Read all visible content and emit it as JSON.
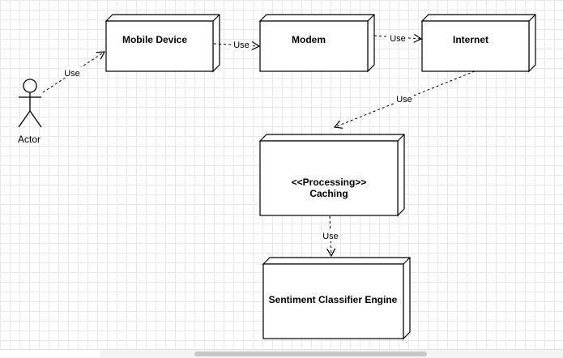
{
  "actor": {
    "label": "Actor"
  },
  "nodes": {
    "mobile_device": "Mobile Device",
    "modem": "Modem",
    "internet": "Internet",
    "caching_stereotype": "<<Processing>>",
    "caching_name": "Caching",
    "classifier": "Sentiment Classifier Engine"
  },
  "edges": {
    "actor_to_mobile": "Use",
    "mobile_to_modem": "Use",
    "modem_to_internet": "Use",
    "internet_to_caching": "Use",
    "caching_to_classifier": "Use"
  },
  "colors": {
    "stroke": "#000000",
    "node_fill": "#ffffff",
    "grid": "#e9e9e9"
  }
}
